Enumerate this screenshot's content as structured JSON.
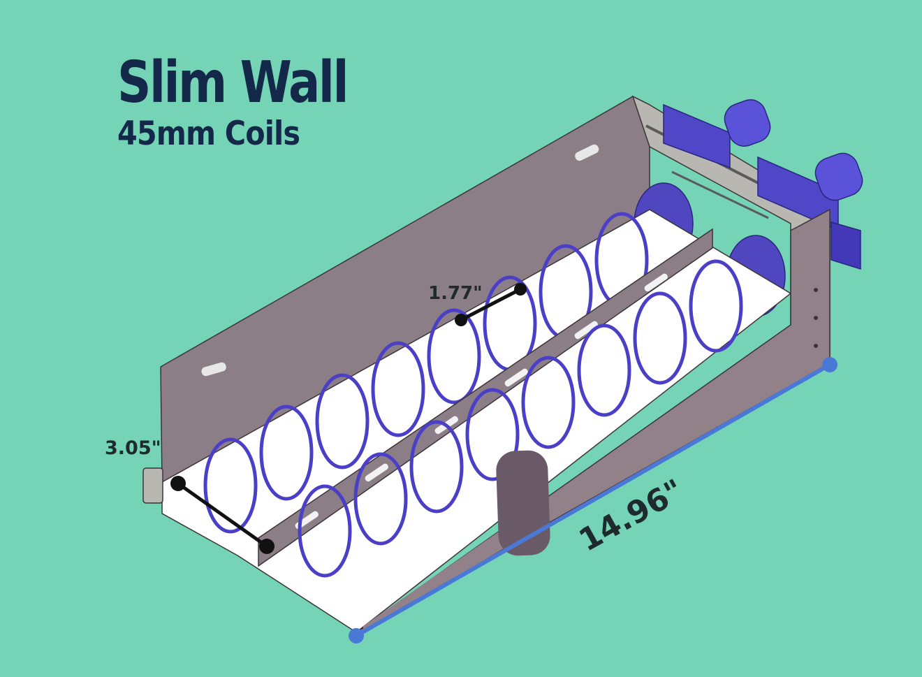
{
  "header": {
    "title": "Slim Wall",
    "subtitle": "45mm Coils"
  },
  "dimensions": {
    "width": "3.05\"",
    "coil_spacing": "1.77\"",
    "length": "14.96\""
  },
  "colors": {
    "background": "#74d4b5",
    "title": "#14284a",
    "metal": "#8f7f88",
    "coil": "#4b3fc8",
    "dimension_line": "#4a78d6",
    "marker": "#111111"
  }
}
